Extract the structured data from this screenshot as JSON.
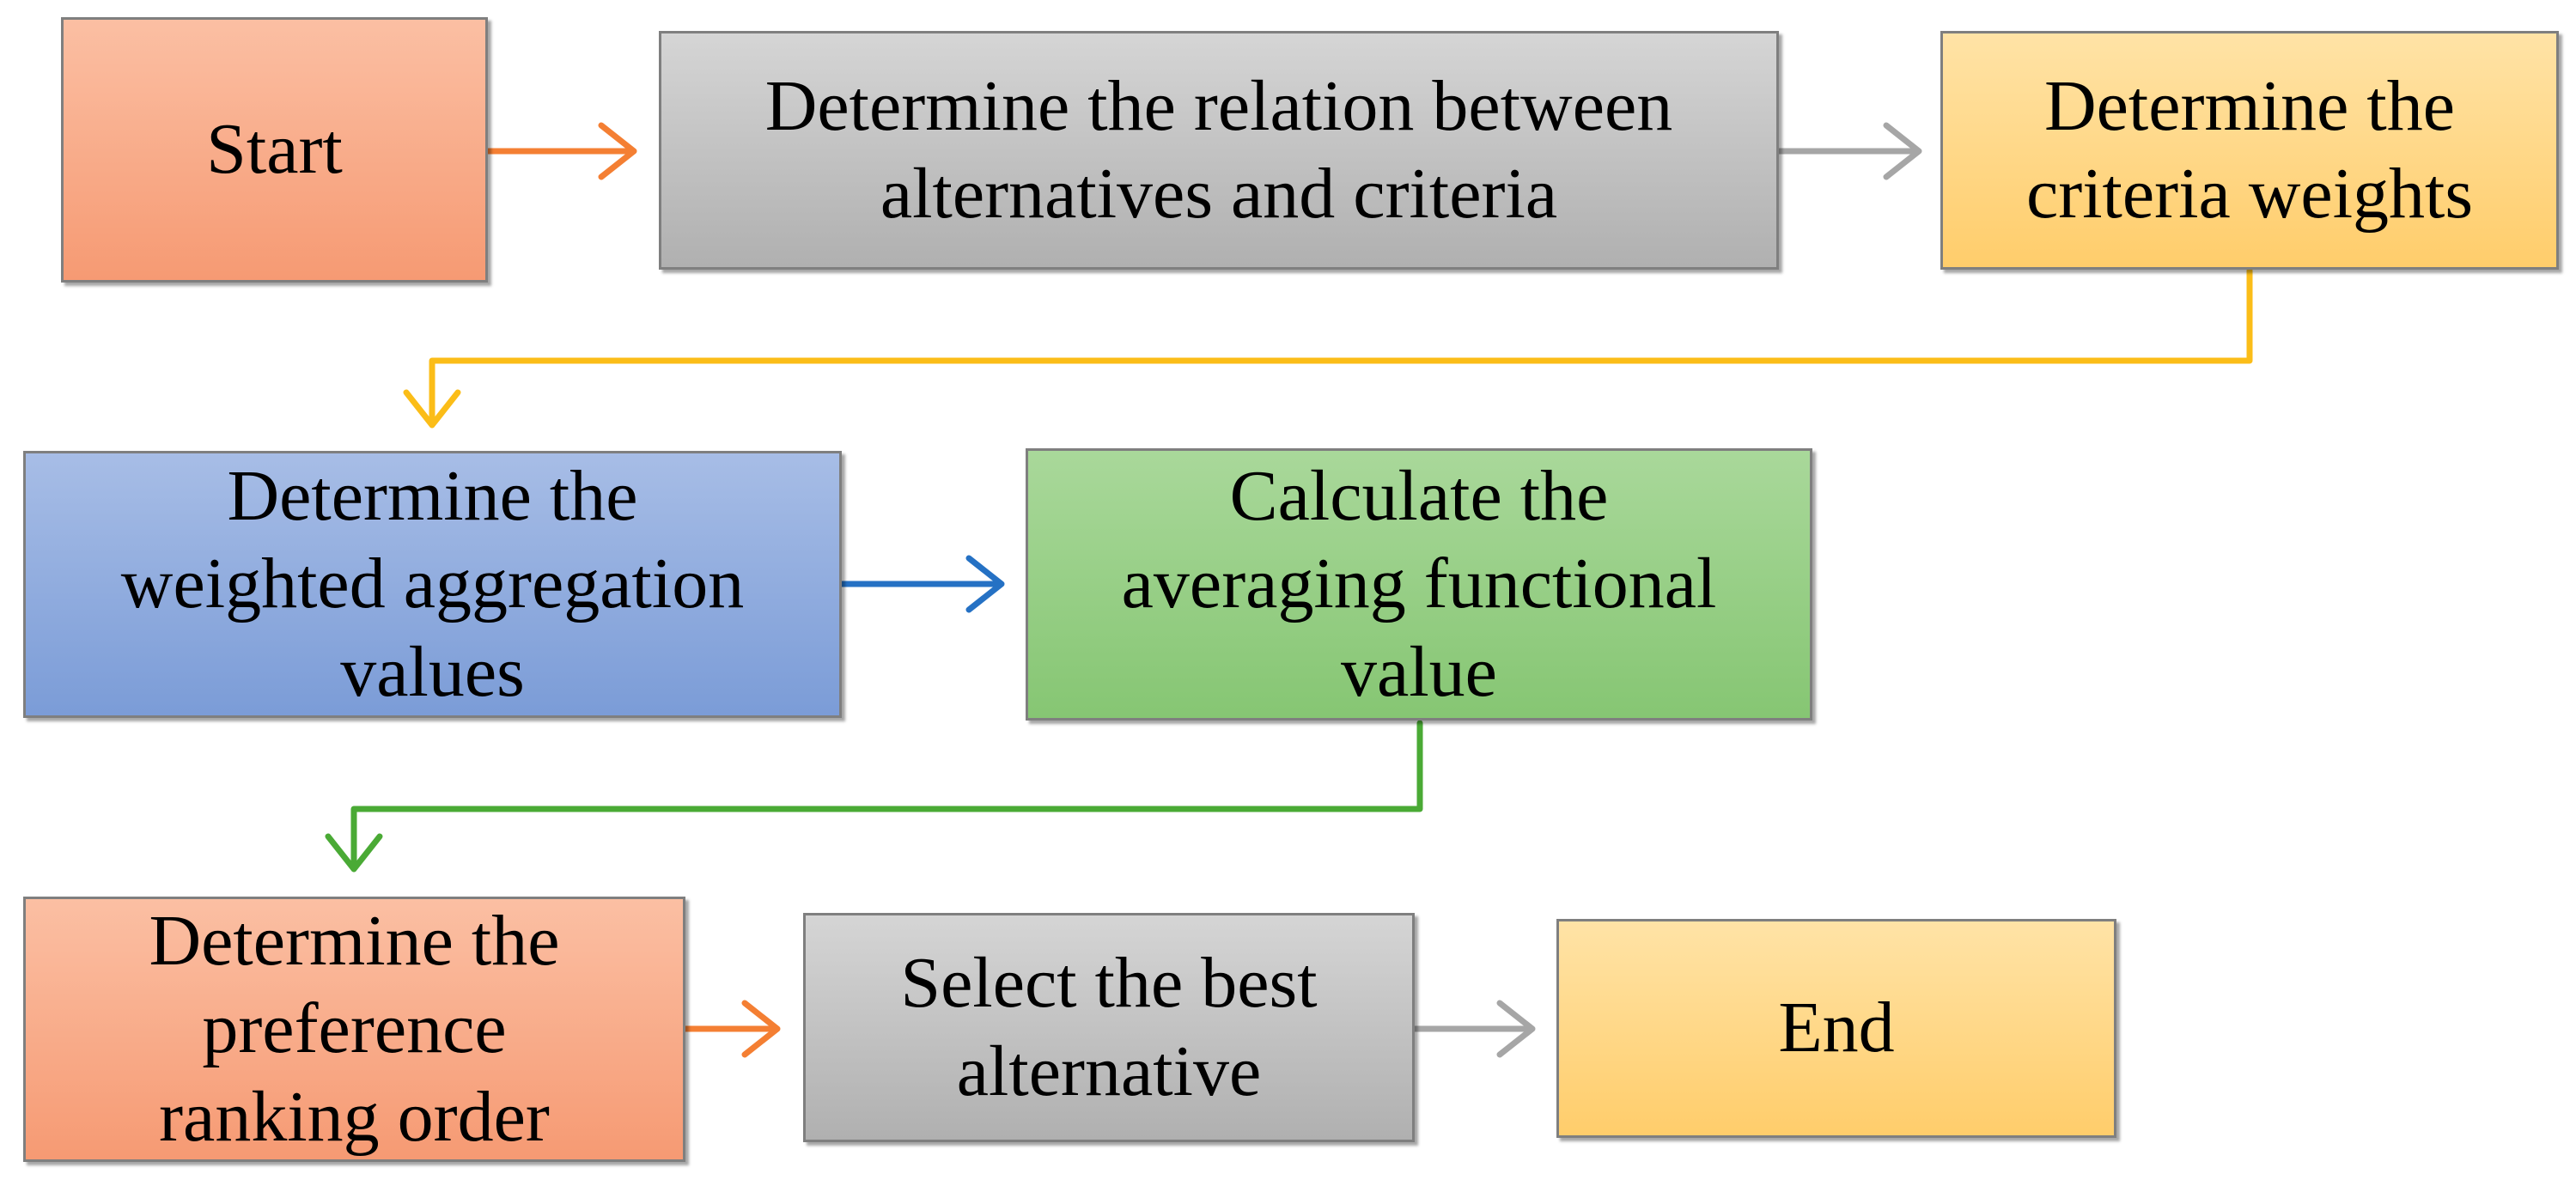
{
  "nodes": {
    "start": {
      "label": "Start",
      "color_top": "#fbbfa3",
      "color_bottom": "#f69a73"
    },
    "relation": {
      "label": "Determine the relation between\nalternatives and criteria",
      "color_top": "#d5d5d5",
      "color_bottom": "#b0b0b0"
    },
    "weights": {
      "label": "Determine the\ncriteria weights",
      "color_top": "#ffe3a6",
      "color_bottom": "#ffcd6b"
    },
    "aggregation": {
      "label": "Determine the\nweighted aggregation\nvalues",
      "color_top": "#a7bde6",
      "color_bottom": "#7b9cd7"
    },
    "averaging": {
      "label": "Calculate the\naveraging functional\nvalue",
      "color_top": "#a9d89a",
      "color_bottom": "#86c673"
    },
    "ranking": {
      "label": "Determine the\npreference\nranking order",
      "color_top": "#fbbfa3",
      "color_bottom": "#f69a73"
    },
    "select": {
      "label": "Select the best\nalternative",
      "color_top": "#d5d5d5",
      "color_bottom": "#b0b0b0"
    },
    "end": {
      "label": "End",
      "color_top": "#ffe3a6",
      "color_bottom": "#ffcd6b"
    }
  },
  "edges": [
    {
      "from": "Start",
      "to": "Determine the relation between alternatives and criteria",
      "color": "#f47f33"
    },
    {
      "from": "Determine the relation between alternatives and criteria",
      "to": "Determine the criteria weights",
      "color": "#a6a6a6"
    },
    {
      "from": "Determine the criteria weights",
      "to": "Determine the weighted aggregation values",
      "color": "#fbbd18"
    },
    {
      "from": "Determine the weighted aggregation values",
      "to": "Calculate the averaging functional value",
      "color": "#2571c4"
    },
    {
      "from": "Calculate the averaging functional value",
      "to": "Determine the preference ranking order",
      "color": "#4aaa35"
    },
    {
      "from": "Determine the preference ranking order",
      "to": "Select the best alternative",
      "color": "#f47f33"
    },
    {
      "from": "Select the best alternative",
      "to": "End",
      "color": "#a6a6a6"
    }
  ]
}
